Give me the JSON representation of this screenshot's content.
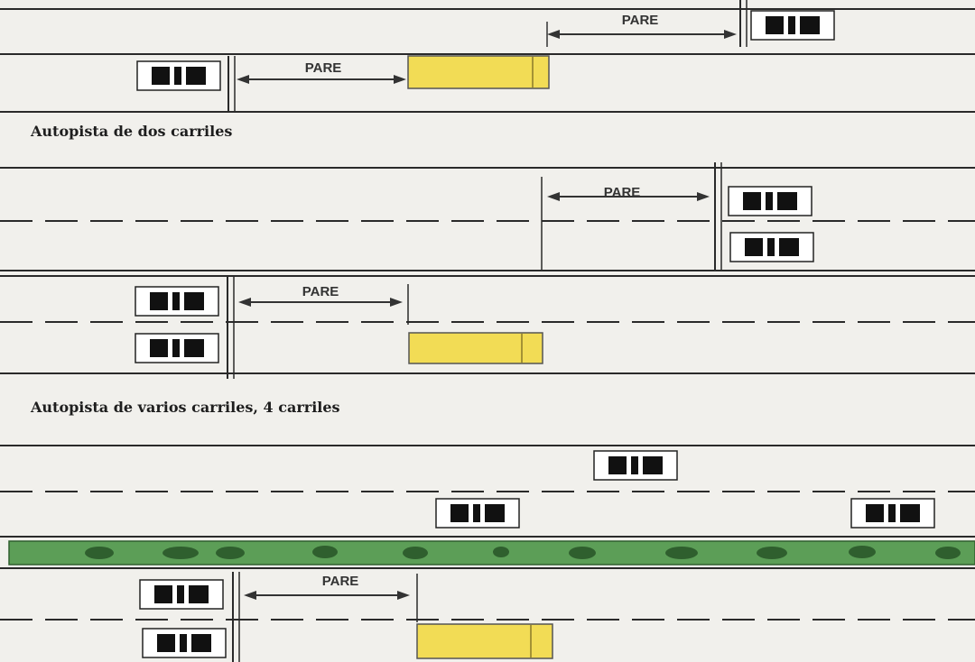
{
  "captions": {
    "two_lane": "Autopista de dos carriles",
    "multi_lane": "Autopista de varios carriles, 4 carriles"
  },
  "stop_label": "PARE",
  "colors": {
    "road_line": "#2a2a2a",
    "school_bus": "#f2dc55",
    "car_body": "#ffffff",
    "car_window": "#111111",
    "median": "#5c9e57",
    "median_shrub": "#2f5f2e",
    "label_text": "#333333"
  }
}
